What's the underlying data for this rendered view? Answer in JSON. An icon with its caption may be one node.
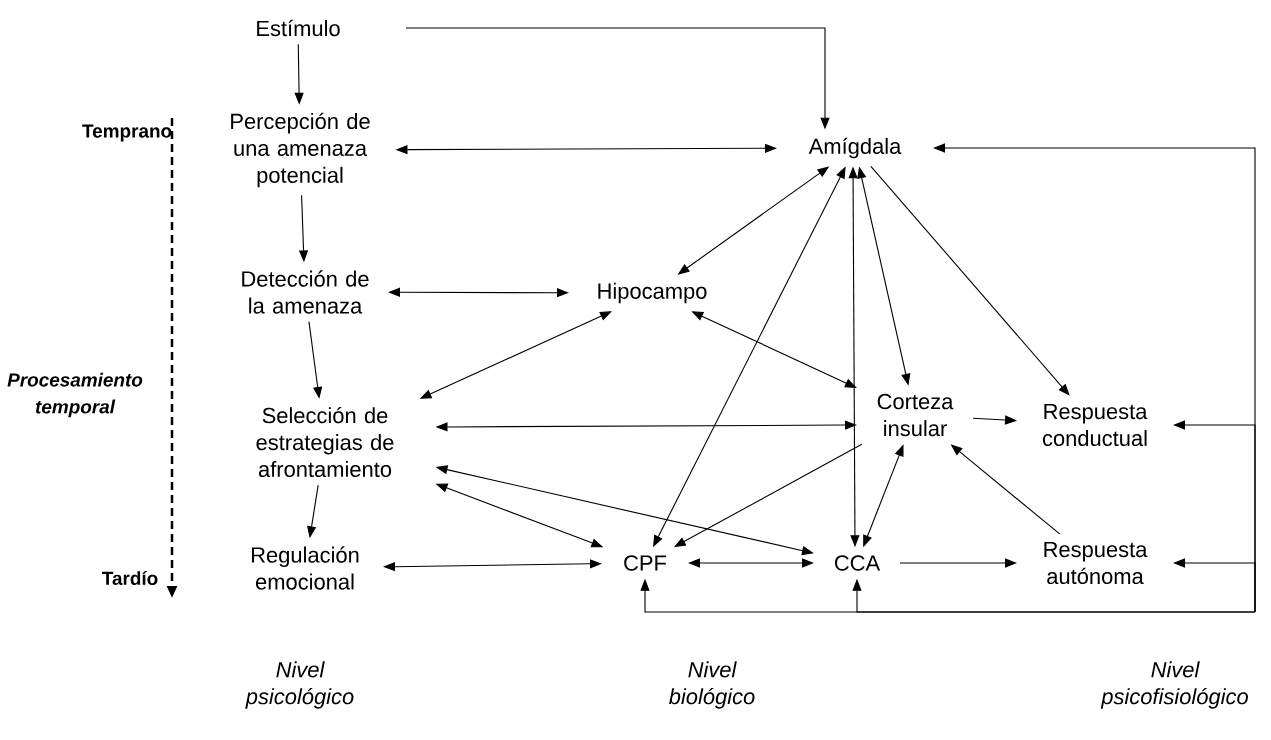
{
  "diagram": {
    "nodes": [
      {
        "text": [
          "Estímulo"
        ]
      },
      {
        "text": [
          "Percepción de una amenaza potencial"
        ]
      },
      {
        "text": [
          "Detección de la amenaza"
        ]
      },
      {
        "text": [
          "Selección de estrategias de afrontamiento"
        ]
      },
      {
        "text": [
          "Regulación emocional"
        ]
      },
      {
        "text": [
          "Amígdala"
        ]
      },
      {
        "text": [
          "Hipocampo"
        ]
      },
      {
        "text": [
          "Corteza insular"
        ]
      },
      {
        "text": [
          "Respuesta conductual"
        ]
      },
      {
        "text": [
          "CPF"
        ]
      },
      {
        "text": [
          "CCA"
        ]
      },
      {
        "text": [
          "Respuesta autónoma"
        ]
      }
    ],
    "edges": [
      {
        "from": 0,
        "to": 1,
        "arrow": "to"
      },
      {
        "from": 0,
        "to": 5,
        "arrow": "to"
      },
      {
        "from": 1,
        "to": 5,
        "arrow": "both"
      },
      {
        "from": 1,
        "to": 2,
        "arrow": "to"
      },
      {
        "from": 2,
        "to": 6,
        "arrow": "both"
      },
      {
        "from": 2,
        "to": 3,
        "arrow": "to"
      },
      {
        "from": 3,
        "to": 4,
        "arrow": "to"
      },
      {
        "from": 4,
        "to": 9,
        "arrow": "both"
      },
      {
        "from": 5,
        "to": 6,
        "arrow": "both"
      },
      {
        "from": 5,
        "to": 9,
        "arrow": "both"
      },
      {
        "from": 5,
        "to": 10,
        "arrow": "both"
      },
      {
        "from": 5,
        "to": 7,
        "arrow": "both"
      },
      {
        "from": 5,
        "to": 8,
        "arrow": "to"
      },
      {
        "from": 6,
        "to": 3,
        "arrow": "both"
      },
      {
        "from": 6,
        "to": 7,
        "arrow": "both"
      },
      {
        "from": 3,
        "to": 7,
        "arrow": "both"
      },
      {
        "from": 3,
        "to": 9,
        "arrow": "both"
      },
      {
        "from": 3,
        "to": 10,
        "arrow": "both"
      },
      {
        "from": 7,
        "to": 9,
        "arrow": "to"
      },
      {
        "from": 7,
        "to": 8,
        "arrow": "to"
      },
      {
        "from": 10,
        "to": 7,
        "arrow": "both"
      },
      {
        "from": 11,
        "to": 7,
        "arrow": "to"
      },
      {
        "from": 9,
        "to": 10,
        "arrow": "both"
      },
      {
        "from": 10,
        "to": 11,
        "arrow": "to"
      },
      {
        "from": null,
        "to": 5,
        "arrow": "to"
      },
      {
        "from": null,
        "to": 8,
        "arrow": "to"
      },
      {
        "from": null,
        "to": 11,
        "arrow": "to"
      },
      {
        "from": null,
        "to": 9,
        "arrow": "to"
      },
      {
        "from": null,
        "to": 10,
        "arrow": "to"
      }
    ],
    "labels": [
      "Temprano",
      "Procesamiento temporal",
      "Tardío",
      "Nivel psicológico",
      "Nivel biológico",
      "Nivel psicofisiológico"
    ]
  }
}
